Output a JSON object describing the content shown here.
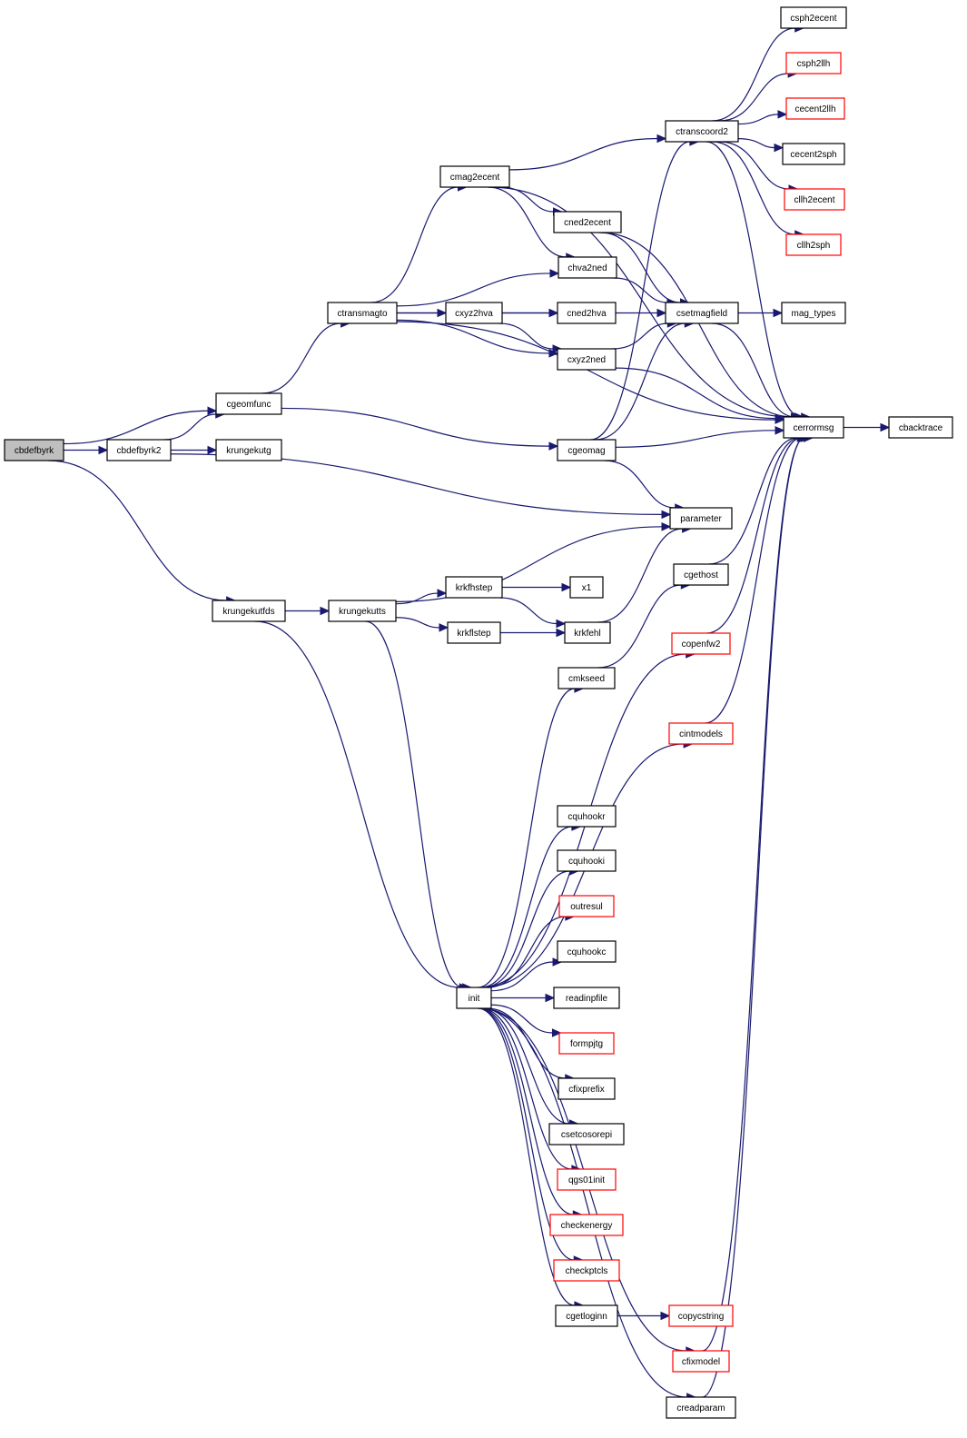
{
  "colors": {
    "edge": "#191970",
    "border_normal": "#000000",
    "border_truncated": "#ff0000",
    "root_fill": "#bfbfbf"
  },
  "nodes": [
    {
      "id": "cbdefbyrk",
      "label": "cbdefbyrk",
      "style": "root"
    },
    {
      "id": "cbdefbyrk2",
      "label": "cbdefbyrk2",
      "style": "normal"
    },
    {
      "id": "cgeomfunc",
      "label": "cgeomfunc",
      "style": "normal"
    },
    {
      "id": "krungekutg",
      "label": "krungekutg",
      "style": "normal"
    },
    {
      "id": "krungekutfds",
      "label": "krungekutfds",
      "style": "normal"
    },
    {
      "id": "krungekutts",
      "label": "krungekutts",
      "style": "normal"
    },
    {
      "id": "ctransmagto",
      "label": "ctransmagto",
      "style": "normal"
    },
    {
      "id": "cmag2ecent",
      "label": "cmag2ecent",
      "style": "normal"
    },
    {
      "id": "cxyz2hva",
      "label": "cxyz2hva",
      "style": "normal"
    },
    {
      "id": "krkfhstep",
      "label": "krkfhstep",
      "style": "normal"
    },
    {
      "id": "krkflstep",
      "label": "krkflstep",
      "style": "normal"
    },
    {
      "id": "init",
      "label": "init",
      "style": "normal"
    },
    {
      "id": "cned2ecent",
      "label": "cned2ecent",
      "style": "normal"
    },
    {
      "id": "chva2ned",
      "label": "chva2ned",
      "style": "normal"
    },
    {
      "id": "cned2hva",
      "label": "cned2hva",
      "style": "normal"
    },
    {
      "id": "cxyz2ned",
      "label": "cxyz2ned",
      "style": "normal"
    },
    {
      "id": "cgeomag",
      "label": "cgeomag",
      "style": "normal"
    },
    {
      "id": "x1",
      "label": "x1",
      "style": "normal"
    },
    {
      "id": "krkfehl",
      "label": "krkfehl",
      "style": "normal"
    },
    {
      "id": "cmkseed",
      "label": "cmkseed",
      "style": "normal"
    },
    {
      "id": "cquhookr",
      "label": "cquhookr",
      "style": "normal"
    },
    {
      "id": "cquhooki",
      "label": "cquhooki",
      "style": "normal"
    },
    {
      "id": "outresul",
      "label": "outresul",
      "style": "truncated"
    },
    {
      "id": "cquhookc",
      "label": "cquhookc",
      "style": "normal"
    },
    {
      "id": "readinpfile",
      "label": "readinpfile",
      "style": "normal"
    },
    {
      "id": "formpjtg",
      "label": "formpjtg",
      "style": "truncated"
    },
    {
      "id": "cfixprefix",
      "label": "cfixprefix",
      "style": "normal"
    },
    {
      "id": "csetcosorepi",
      "label": "csetcosorepi",
      "style": "normal"
    },
    {
      "id": "qgs01init",
      "label": "qgs01init",
      "style": "truncated"
    },
    {
      "id": "checkenergy",
      "label": "checkenergy",
      "style": "truncated"
    },
    {
      "id": "checkptcls",
      "label": "checkptcls",
      "style": "truncated"
    },
    {
      "id": "cgetloginn",
      "label": "cgetloginn",
      "style": "normal"
    },
    {
      "id": "ctranscoord2",
      "label": "ctranscoord2",
      "style": "normal"
    },
    {
      "id": "csetmagfield",
      "label": "csetmagfield",
      "style": "normal"
    },
    {
      "id": "parameter",
      "label": "parameter",
      "style": "normal"
    },
    {
      "id": "cgethost",
      "label": "cgethost",
      "style": "normal"
    },
    {
      "id": "copenfw2",
      "label": "copenfw2",
      "style": "truncated"
    },
    {
      "id": "cintmodels",
      "label": "cintmodels",
      "style": "truncated"
    },
    {
      "id": "copycstring",
      "label": "copycstring",
      "style": "truncated"
    },
    {
      "id": "cfixmodel",
      "label": "cfixmodel",
      "style": "truncated"
    },
    {
      "id": "creadparam",
      "label": "creadparam",
      "style": "normal"
    },
    {
      "id": "csph2ecent",
      "label": "csph2ecent",
      "style": "normal"
    },
    {
      "id": "csph2llh",
      "label": "csph2llh",
      "style": "truncated"
    },
    {
      "id": "cecent2llh",
      "label": "cecent2llh",
      "style": "truncated"
    },
    {
      "id": "cecent2sph",
      "label": "cecent2sph",
      "style": "normal"
    },
    {
      "id": "cllh2ecent",
      "label": "cllh2ecent",
      "style": "truncated"
    },
    {
      "id": "cllh2sph",
      "label": "cllh2sph",
      "style": "truncated"
    },
    {
      "id": "mag_types",
      "label": "mag_types",
      "style": "normal"
    },
    {
      "id": "cerrormsg",
      "label": "cerrormsg",
      "style": "normal"
    },
    {
      "id": "cbacktrace",
      "label": "cbacktrace",
      "style": "normal"
    }
  ],
  "edges": [
    [
      "cbdefbyrk",
      "cbdefbyrk2"
    ],
    [
      "cbdefbyrk",
      "cgeomfunc"
    ],
    [
      "cbdefbyrk",
      "krungekutfds"
    ],
    [
      "cbdefbyrk2",
      "cgeomfunc"
    ],
    [
      "cbdefbyrk2",
      "krungekutg"
    ],
    [
      "cbdefbyrk2",
      "parameter"
    ],
    [
      "cgeomfunc",
      "ctransmagto"
    ],
    [
      "cgeomfunc",
      "cgeomag"
    ],
    [
      "krungekutfds",
      "krungekutts"
    ],
    [
      "krungekutfds",
      "init"
    ],
    [
      "krungekutts",
      "krkfhstep"
    ],
    [
      "krungekutts",
      "krkflstep"
    ],
    [
      "krungekutts",
      "parameter"
    ],
    [
      "krungekutts",
      "init"
    ],
    [
      "ctransmagto",
      "cmag2ecent"
    ],
    [
      "ctransmagto",
      "chva2ned"
    ],
    [
      "ctransmagto",
      "cned2hva"
    ],
    [
      "ctransmagto",
      "cxyz2hva"
    ],
    [
      "ctransmagto",
      "cxyz2ned"
    ],
    [
      "ctransmagto",
      "cerrormsg"
    ],
    [
      "cmag2ecent",
      "ctranscoord2"
    ],
    [
      "cmag2ecent",
      "cned2ecent"
    ],
    [
      "cmag2ecent",
      "chva2ned"
    ],
    [
      "cmag2ecent",
      "cerrormsg"
    ],
    [
      "cxyz2hva",
      "cned2hva"
    ],
    [
      "cxyz2hva",
      "cxyz2ned"
    ],
    [
      "cned2ecent",
      "csetmagfield"
    ],
    [
      "cned2ecent",
      "cerrormsg"
    ],
    [
      "chva2ned",
      "csetmagfield"
    ],
    [
      "cned2hva",
      "csetmagfield"
    ],
    [
      "cxyz2ned",
      "csetmagfield"
    ],
    [
      "cxyz2ned",
      "cerrormsg"
    ],
    [
      "cgeomag",
      "ctranscoord2"
    ],
    [
      "cgeomag",
      "csetmagfield"
    ],
    [
      "cgeomag",
      "parameter"
    ],
    [
      "cgeomag",
      "cerrormsg"
    ],
    [
      "krkfhstep",
      "x1"
    ],
    [
      "krkfhstep",
      "krkfehl"
    ],
    [
      "krkflstep",
      "krkfehl"
    ],
    [
      "krkfehl",
      "parameter"
    ],
    [
      "init",
      "cmkseed"
    ],
    [
      "init",
      "copenfw2"
    ],
    [
      "init",
      "cintmodels"
    ],
    [
      "init",
      "cquhookr"
    ],
    [
      "init",
      "cquhooki"
    ],
    [
      "init",
      "outresul"
    ],
    [
      "init",
      "cquhookc"
    ],
    [
      "init",
      "readinpfile"
    ],
    [
      "init",
      "formpjtg"
    ],
    [
      "init",
      "cfixprefix"
    ],
    [
      "init",
      "csetcosorepi"
    ],
    [
      "init",
      "qgs01init"
    ],
    [
      "init",
      "checkenergy"
    ],
    [
      "init",
      "checkptcls"
    ],
    [
      "init",
      "cgetloginn"
    ],
    [
      "init",
      "cfixmodel"
    ],
    [
      "init",
      "creadparam"
    ],
    [
      "cmkseed",
      "cgethost"
    ],
    [
      "cgethost",
      "cerrormsg"
    ],
    [
      "copenfw2",
      "cerrormsg"
    ],
    [
      "cintmodels",
      "cerrormsg"
    ],
    [
      "cgetloginn",
      "copycstring"
    ],
    [
      "cfixmodel",
      "cerrormsg"
    ],
    [
      "creadparam",
      "cerrormsg"
    ],
    [
      "ctranscoord2",
      "csph2ecent"
    ],
    [
      "ctranscoord2",
      "csph2llh"
    ],
    [
      "ctranscoord2",
      "cecent2llh"
    ],
    [
      "ctranscoord2",
      "cecent2sph"
    ],
    [
      "ctranscoord2",
      "cllh2ecent"
    ],
    [
      "ctranscoord2",
      "cllh2sph"
    ],
    [
      "ctranscoord2",
      "cerrormsg"
    ],
    [
      "csetmagfield",
      "mag_types"
    ],
    [
      "csetmagfield",
      "cerrormsg"
    ],
    [
      "cerrormsg",
      "cbacktrace"
    ]
  ]
}
